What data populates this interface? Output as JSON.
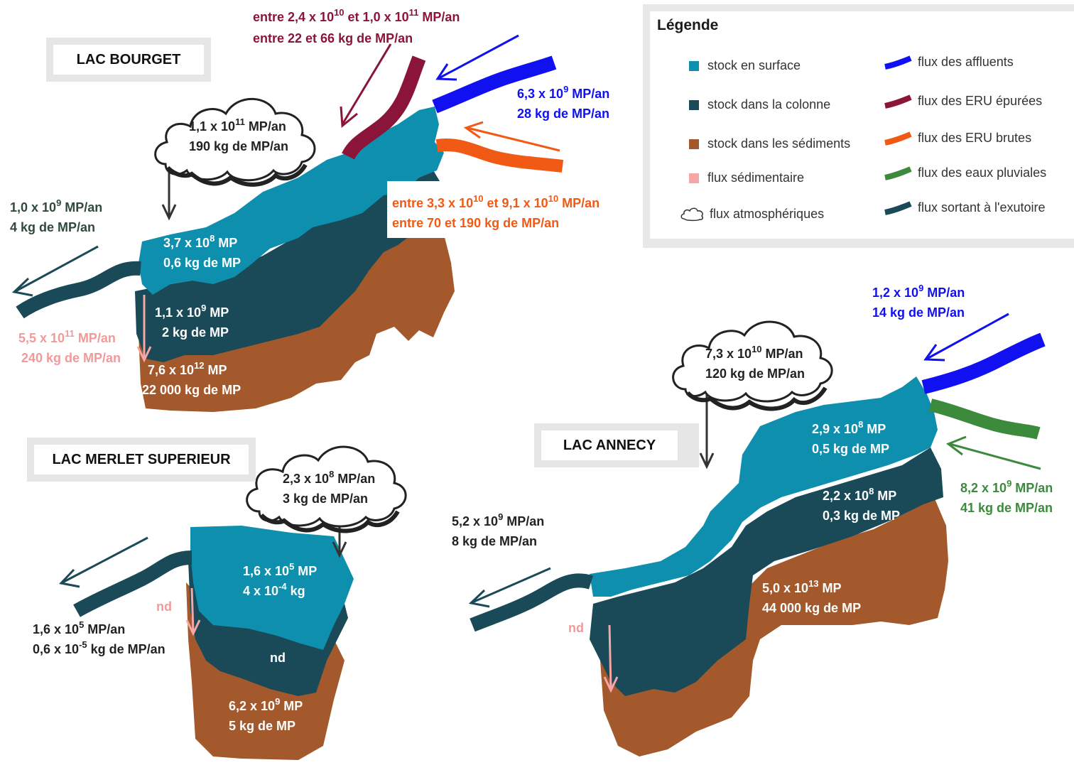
{
  "legend": {
    "title": "Légende",
    "items": [
      {
        "label": "stock en surface",
        "color": "#0f8fae",
        "kind": "square"
      },
      {
        "label": "stock dans la colonne",
        "color": "#1a4957",
        "kind": "square"
      },
      {
        "label": "stock dans les sédiments",
        "color": "#a3592b",
        "kind": "square"
      },
      {
        "label": "flux sédimentaire",
        "color": "#f5a6a6",
        "kind": "square"
      },
      {
        "label": "flux atmosphériques",
        "color": "#ffffff",
        "kind": "cloud"
      },
      {
        "label": "flux des affluents",
        "color": "#1010f0",
        "kind": "flux"
      },
      {
        "label": "flux des ERU épurées",
        "color": "#8a1538",
        "kind": "flux"
      },
      {
        "label": "flux des ERU brutes",
        "color": "#f05a14",
        "kind": "flux"
      },
      {
        "label": "flux des eaux pluviales",
        "color": "#3c8a3c",
        "kind": "flux"
      },
      {
        "label": "flux sortant à l'exutoire",
        "color": "#1a4957",
        "kind": "flux"
      }
    ]
  },
  "bourget": {
    "title": "LAC BOURGET",
    "eru_epurees": {
      "line1": "entre 2,4 x 10",
      "sup1": "10",
      "mid": " et 1,0 x 10",
      "sup2": "11",
      "end": " MP/an",
      "line2": "entre 22 et 66 kg de MP/an"
    },
    "affluents": {
      "pre": "6,3 x 10",
      "sup": "9",
      "post": " MP/an",
      "line2": "28 kg de MP/an"
    },
    "eru_brutes": {
      "line1": "entre 3,3 x 10",
      "sup1": "10",
      "mid": " et 9,1 x 10",
      "sup2": "10",
      "end": " MP/an",
      "line2": "entre 70 et 190 kg de MP/an"
    },
    "atmo": {
      "pre": "1,1 x 10",
      "sup": "11",
      "post": " MP/an",
      "line2": "190 kg de MP/an"
    },
    "exutoire": {
      "pre": "1,0 x 10",
      "sup": "9",
      "post": " MP/an",
      "line2": "4 kg de MP/an"
    },
    "sediment_flux": {
      "pre": "5,5 x 10",
      "sup": "11",
      "post": " MP/an",
      "line2": "240 kg de MP/an"
    },
    "surface": {
      "pre": "3,7 x 10",
      "sup": "8",
      "post": " MP",
      "line2": "0,6 kg de MP"
    },
    "colonne": {
      "pre": "1,1 x 10",
      "sup": "9",
      "post": " MP",
      "line2": "2 kg de MP"
    },
    "sediments": {
      "pre": "7,6 x 10",
      "sup": "12",
      "post": " MP",
      "line2": "22 000 kg de MP"
    }
  },
  "merlet": {
    "title": "LAC MERLET SUPERIEUR",
    "atmo": {
      "pre": "2,3 x 10",
      "sup": "8",
      "post": " MP/an",
      "line2": "3 kg de MP/an"
    },
    "exutoire": {
      "pre": "1,6 x 10",
      "sup": "5",
      "post": " MP/an",
      "line2pre": "0,6 x 10",
      "line2sup": "-5",
      "line2post": " kg de MP/an"
    },
    "sediment_flux": "nd",
    "surface": {
      "pre": "1,6 x 10",
      "sup": "5",
      "post": " MP",
      "line2pre": "4 x 10",
      "line2sup": "-4",
      "line2post": " kg"
    },
    "colonne": "nd",
    "sediments": {
      "pre": "6,2 x 10",
      "sup": "9",
      "post": " MP",
      "line2": "5 kg de MP"
    }
  },
  "annecy": {
    "title": "LAC ANNECY",
    "affluents": {
      "pre": "1,2 x 10",
      "sup": "9",
      "post": " MP/an",
      "line2": "14 kg de MP/an"
    },
    "atmo": {
      "pre": "7,3 x 10",
      "sup": "10",
      "post": " MP/an",
      "line2": "120 kg de MP/an"
    },
    "pluviales": {
      "pre": "8,2 x 10",
      "sup": "9",
      "post": " MP/an",
      "line2": "41 kg de MP/an"
    },
    "exutoire": {
      "pre": "5,2 x 10",
      "sup": "9",
      "post": " MP/an",
      "line2": "8 kg de MP/an"
    },
    "sediment_flux": "nd",
    "surface": {
      "pre": "2,9 x 10",
      "sup": "8",
      "post": " MP",
      "line2": "0,5 kg de MP"
    },
    "colonne": {
      "pre": "2,2 x 10",
      "sup": "8",
      "post": " MP",
      "line2": "0,3 kg de MP"
    },
    "sediments": {
      "pre": "5,0 x 10",
      "sup": "13",
      "post": " MP",
      "line2": "44 000 kg de MP"
    }
  }
}
